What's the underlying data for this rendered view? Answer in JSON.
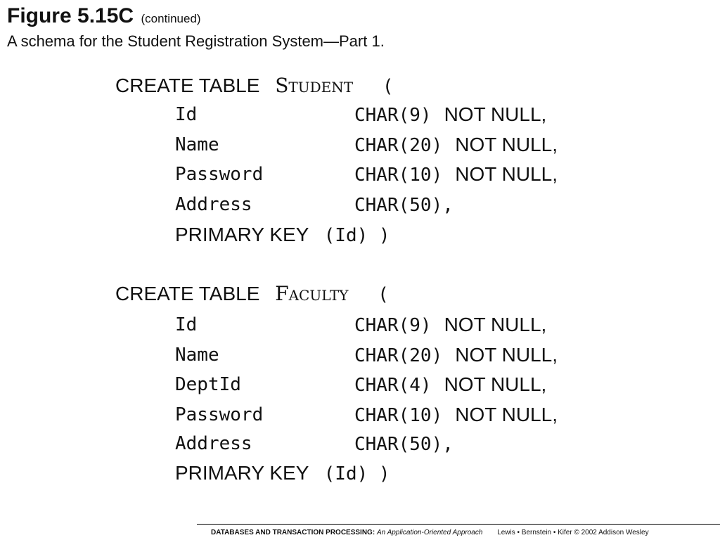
{
  "header": {
    "figure": "Figure 5.15C",
    "continued": "(continued)",
    "caption": "A schema for the Student Registration System—Part 1."
  },
  "tables": [
    {
      "create_kw": "CREATE TABLE",
      "name": "Student",
      "open_paren": "(",
      "columns": [
        {
          "name": "Id",
          "type": "CHAR(9)",
          "constraint": "NOT NULL,"
        },
        {
          "name": "Name",
          "type": "CHAR(20)",
          "constraint": "NOT NULL,"
        },
        {
          "name": "Password",
          "type": "CHAR(10)",
          "constraint": "NOT NULL,"
        },
        {
          "name": "Address",
          "type": "CHAR(50),",
          "constraint": ""
        }
      ],
      "pk_kw": "PRIMARY KEY",
      "pk_cols": "(Id) )"
    },
    {
      "create_kw": "CREATE TABLE",
      "name": "Faculty",
      "open_paren": "(",
      "columns": [
        {
          "name": "Id",
          "type": "CHAR(9)",
          "constraint": "NOT NULL,"
        },
        {
          "name": "Name",
          "type": "CHAR(20)",
          "constraint": "NOT NULL,"
        },
        {
          "name": "DeptId",
          "type": "CHAR(4)",
          "constraint": "NOT NULL,"
        },
        {
          "name": "Password",
          "type": "CHAR(10)",
          "constraint": "NOT NULL,"
        },
        {
          "name": "Address",
          "type": "CHAR(50),",
          "constraint": ""
        }
      ],
      "pk_kw": "PRIMARY KEY",
      "pk_cols": "(Id) )"
    }
  ],
  "footer": {
    "book": "DATABASES AND TRANSACTION PROCESSING:",
    "subtitle": "An Application-Oriented Approach",
    "credits": "Lewis • Bernstein • Kifer © 2002  Addison Wesley"
  }
}
